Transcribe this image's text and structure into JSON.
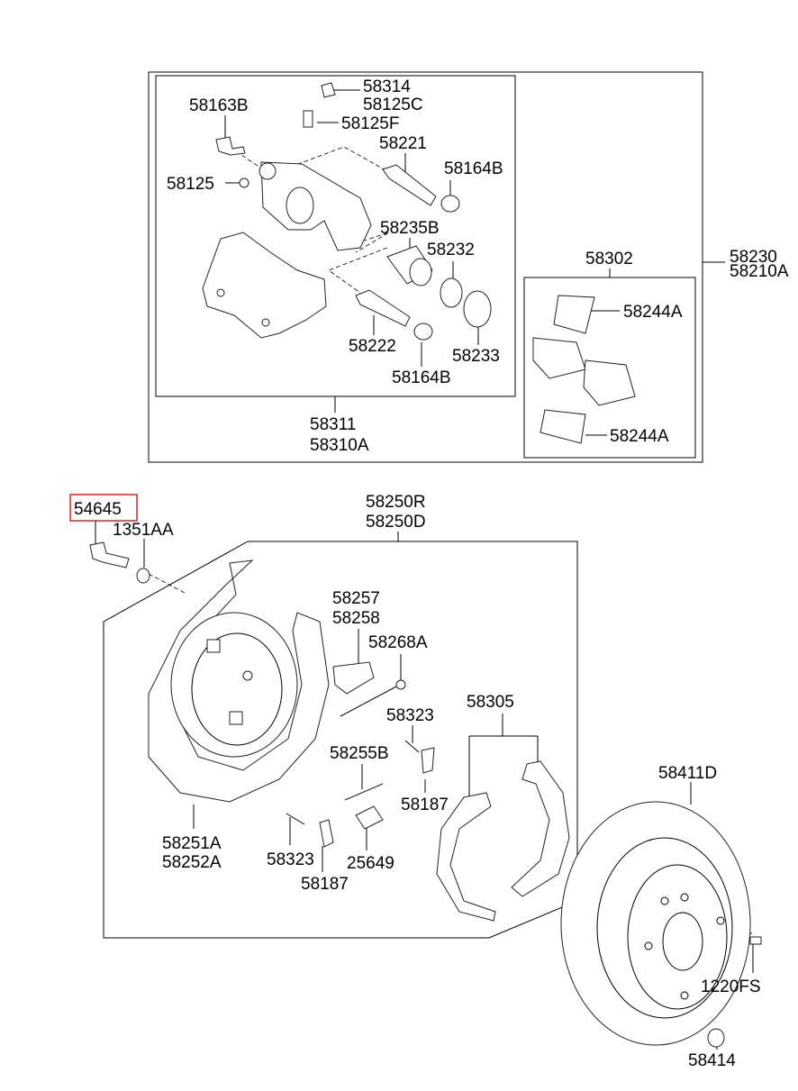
{
  "highlight_color": "#e02020",
  "labels": {
    "p58314": "58314",
    "p58125C": "58125C",
    "p58163B": "58163B",
    "p58125F": "58125F",
    "p58221": "58221",
    "p58164B_top": "58164B",
    "p58125": "58125",
    "p58235B": "58235B",
    "p58232": "58232",
    "p58222": "58222",
    "p58233": "58233",
    "p58164B_bot": "58164B",
    "p58311": "58311",
    "p58310A": "58310A",
    "p58302": "58302",
    "p58230": "58230",
    "p58210A": "58210A",
    "p58244A_top": "58244A",
    "p58244A_bot": "58244A",
    "p54645": "54645",
    "p1351AA": "1351AA",
    "p58250R": "58250R",
    "p58250D": "58250D",
    "p58257": "58257",
    "p58258": "58258",
    "p58268A": "58268A",
    "p58305": "58305",
    "p58323_top": "58323",
    "p58255B": "58255B",
    "p58187_top": "58187",
    "p58411D": "58411D",
    "p58251A": "58251A",
    "p58252A": "58252A",
    "p58323_bot": "58323",
    "p25649": "25649",
    "p58187_bot": "58187",
    "p1220FS": "1220FS",
    "p58414": "58414"
  }
}
